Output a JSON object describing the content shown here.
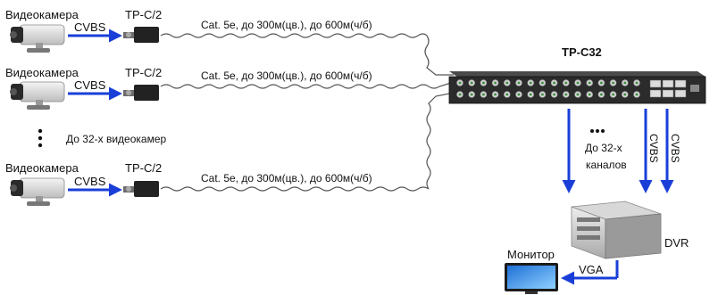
{
  "cameras": [
    {
      "label": "Видеокамера",
      "signal": "CVBS",
      "transceiver": "TP-C/2",
      "cable": "Cat. 5e, до 300м(цв.), до 600м(ч/б)"
    },
    {
      "label": "Видеокамера",
      "signal": "CVBS",
      "transceiver": "TP-C/2",
      "cable": "Cat. 5e, до 300м(цв.), до 600м(ч/б)"
    },
    {
      "label": "Видеокамера",
      "signal": "CVBS",
      "transceiver": "TP-C/2",
      "cable": "Cat. 5e, до 300м(цв.), до 600м(ч/б)"
    }
  ],
  "more_cameras": "До 32-х видеокамер",
  "hub": {
    "name": "TP-C32"
  },
  "outputs": {
    "channels_line1": "До 32-х",
    "channels_line2": "каналов",
    "signal_a": "CVBS",
    "signal_b": "CVBS"
  },
  "dvr": {
    "label": "DVR"
  },
  "monitor": {
    "label": "Монитор",
    "link": "VGA"
  },
  "colors": {
    "arrow": "#1a3fd8",
    "device_dark": "#2b2b2b",
    "port_green": "#3a8f3a"
  }
}
